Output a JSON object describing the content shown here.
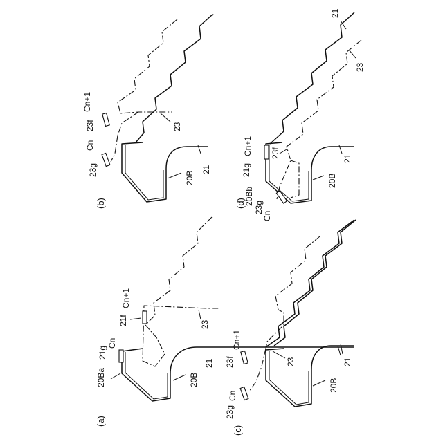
{
  "figure": {
    "panels": [
      {
        "id": "a",
        "caption": "(a)",
        "labels": {
          "l20": "20Ba",
          "l21g": "21g",
          "lcn": "Cn",
          "l21f": "21f",
          "lcn1": "Cn+1",
          "l23": "23",
          "l21": "21",
          "l20b": "20B"
        }
      },
      {
        "id": "b",
        "caption": "(b)",
        "labels": {
          "l23g": "23g",
          "lcn": "Cn",
          "l23f": "23f",
          "lcn1": "Cn+1",
          "l23": "23",
          "l21": "21",
          "l20b": "20B"
        }
      },
      {
        "id": "c",
        "caption": "(c)",
        "labels": {
          "l23g": "23g",
          "lcn": "Cn",
          "l23f": "23f",
          "lcn1": "Cn+1",
          "l23": "23",
          "l21": "21",
          "l20b": "20B"
        }
      },
      {
        "id": "d",
        "caption": "(d)",
        "labels": {
          "l20bb": "20Bb",
          "l23g": "23g",
          "lcn": "Cn",
          "l21g": "21g",
          "lcn1": "Cn+1",
          "l23f": "23f",
          "l23": "23",
          "l21": "21",
          "l21b": "21",
          "l20b": "20B"
        }
      }
    ]
  }
}
